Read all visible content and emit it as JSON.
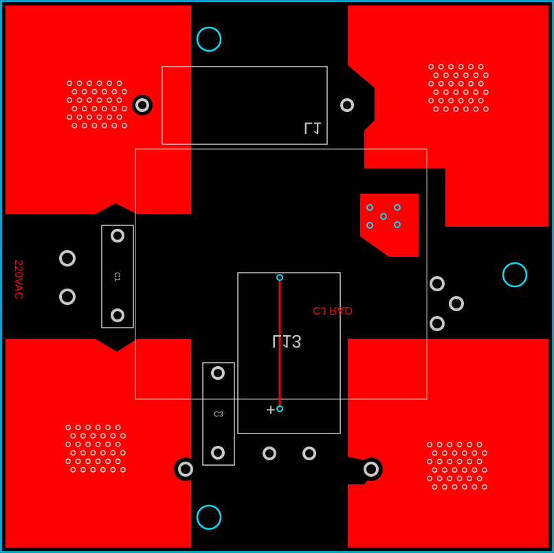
{
  "board": {
    "view": "bottom-layer PCB layout (mirrored)",
    "colors": {
      "background": "#000000",
      "copper": "#ff0000",
      "silkscreen": "#c8c8c8",
      "outline": "#00c8ff",
      "via_ring": "#00e0ff",
      "trace": "#ff0000"
    }
  },
  "labels": {
    "voltage": "220VAC",
    "brand": "CJ R&D"
  },
  "components": {
    "l1": {
      "designator": "L1"
    },
    "c1": {
      "designator": "C1"
    },
    "c3": {
      "designator": "C3"
    },
    "l13": {
      "designator": "L13",
      "polarity": "+"
    }
  }
}
